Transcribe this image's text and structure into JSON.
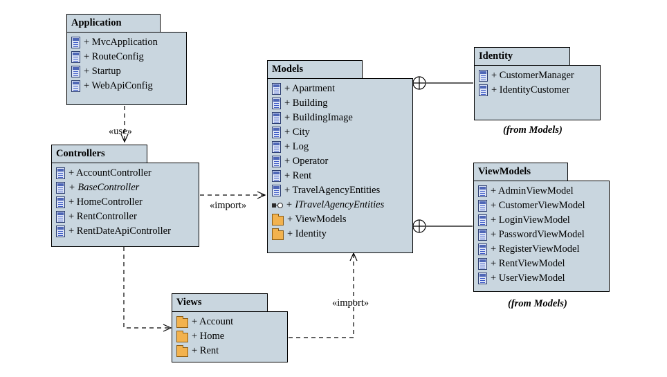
{
  "packages": {
    "application": {
      "title": "Application",
      "items": [
        {
          "label": "+ MvcApplication",
          "icon": "class-icon"
        },
        {
          "label": "+ RouteConfig",
          "icon": "class-icon"
        },
        {
          "label": "+ Startup",
          "icon": "class-icon"
        },
        {
          "label": "+ WebApiConfig",
          "icon": "class-icon"
        }
      ]
    },
    "controllers": {
      "title": "Controllers",
      "items": [
        {
          "label": "+ AccountController",
          "icon": "class-icon"
        },
        {
          "label": "+ BaseController",
          "icon": "class-icon",
          "italic": true
        },
        {
          "label": "+ HomeController",
          "icon": "class-icon"
        },
        {
          "label": "+ RentController",
          "icon": "class-icon"
        },
        {
          "label": "+ RentDateApiController",
          "icon": "class-icon"
        }
      ]
    },
    "models": {
      "title": "Models",
      "items": [
        {
          "label": "+ Apartment",
          "icon": "class-icon"
        },
        {
          "label": "+ Building",
          "icon": "class-icon"
        },
        {
          "label": "+ BuildingImage",
          "icon": "class-icon"
        },
        {
          "label": "+ City",
          "icon": "class-icon"
        },
        {
          "label": "+ Log",
          "icon": "class-icon"
        },
        {
          "label": "+ Operator",
          "icon": "class-icon"
        },
        {
          "label": "+ Rent",
          "icon": "class-icon"
        },
        {
          "label": "+ TravelAgencyEntities",
          "icon": "class-icon"
        },
        {
          "label": "+ ITravelAgencyEntities",
          "icon": "interface-icon",
          "italic": true
        },
        {
          "label": "+ ViewModels",
          "icon": "folder-icon"
        },
        {
          "label": "+ Identity",
          "icon": "folder-icon"
        }
      ]
    },
    "identity": {
      "title": "Identity",
      "items": [
        {
          "label": "+ CustomerManager",
          "icon": "class-icon"
        },
        {
          "label": "+ IdentityCustomer",
          "icon": "class-icon"
        }
      ],
      "note": "(from Models)"
    },
    "viewmodels": {
      "title": "ViewModels",
      "items": [
        {
          "label": "+ AdminViewModel",
          "icon": "class-icon"
        },
        {
          "label": "+ CustomerViewModel",
          "icon": "class-icon"
        },
        {
          "label": "+ LoginViewModel",
          "icon": "class-icon"
        },
        {
          "label": "+ PasswordViewModel",
          "icon": "class-icon"
        },
        {
          "label": "+ RegisterViewModel",
          "icon": "class-icon"
        },
        {
          "label": "+ RentViewModel",
          "icon": "class-icon"
        },
        {
          "label": "+ UserViewModel",
          "icon": "class-icon"
        }
      ],
      "note": "(from Models)"
    },
    "views": {
      "title": "Views",
      "items": [
        {
          "label": "+ Account",
          "icon": "folder-icon"
        },
        {
          "label": "+ Home",
          "icon": "folder-icon"
        },
        {
          "label": "+ Rent",
          "icon": "folder-icon"
        }
      ]
    }
  },
  "relations": {
    "use_label": "«use»",
    "import_label_1": "«import»",
    "import_label_2": "«import»"
  }
}
